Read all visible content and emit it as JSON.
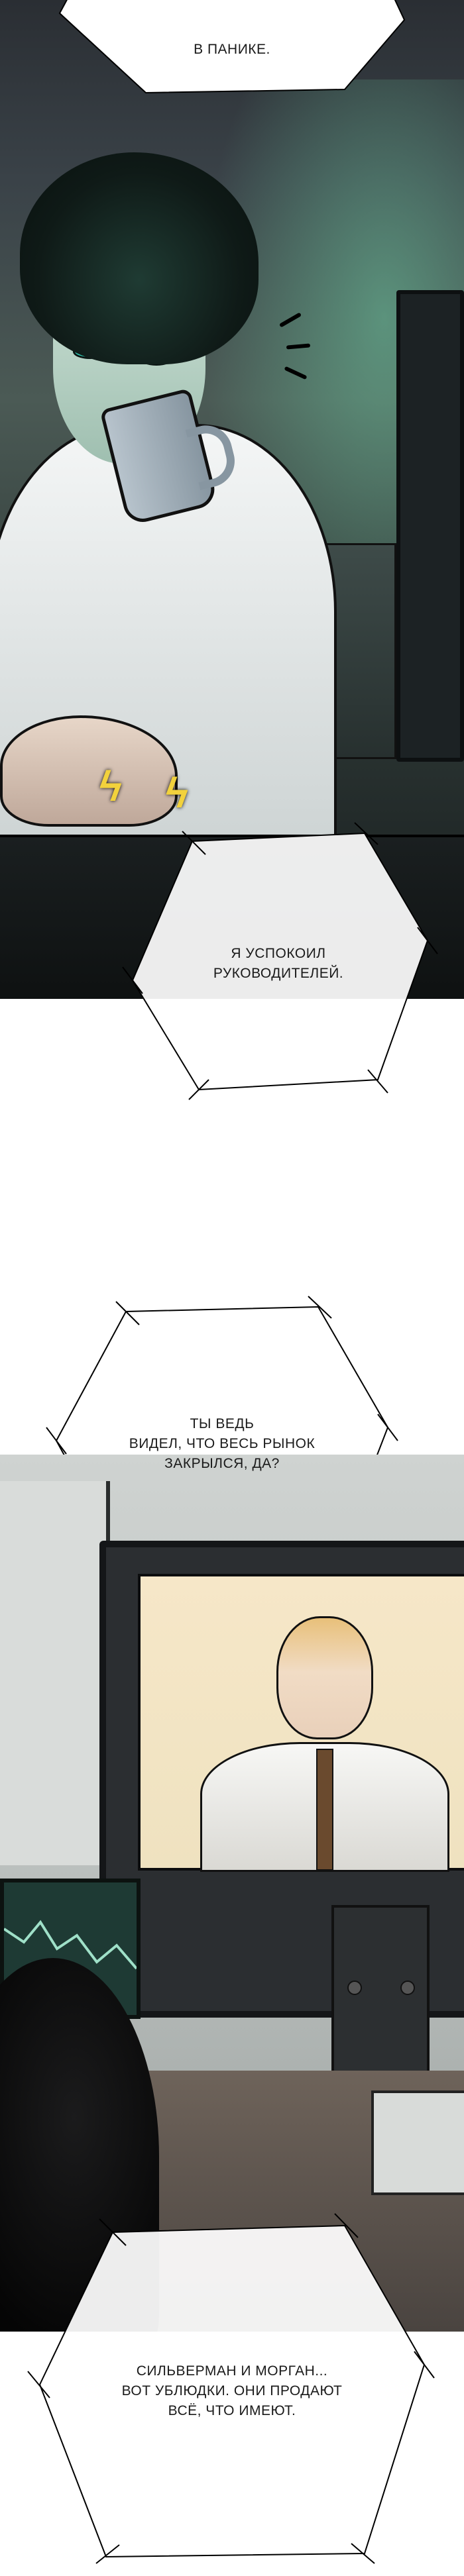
{
  "bubbles": [
    {
      "text": "В ПАНИКЕ."
    },
    {
      "text": "Я УСПОКОИЛ\nРУКОВОДИТЕЛЕЙ."
    },
    {
      "text": "ТЫ ВЕДЬ\nВИДЕЛ, ЧТО ВЕСЬ РЫНОК\nЗАКРЫЛСЯ, ДА?"
    },
    {
      "text": "СИЛЬВЕРМАН И МОРГАН...\nВОТ УБЛЮДКИ. ОНИ ПРОДАЮТ\nВСЁ, ЧТО ИМЕЮТ."
    }
  ],
  "colors": {
    "panel1_glow": "#6ec8a0",
    "eyes": "#2fc7b0",
    "spark": "#f2d23c",
    "bubble_fill": "#ffffff",
    "bubble_outline": "#000000"
  }
}
